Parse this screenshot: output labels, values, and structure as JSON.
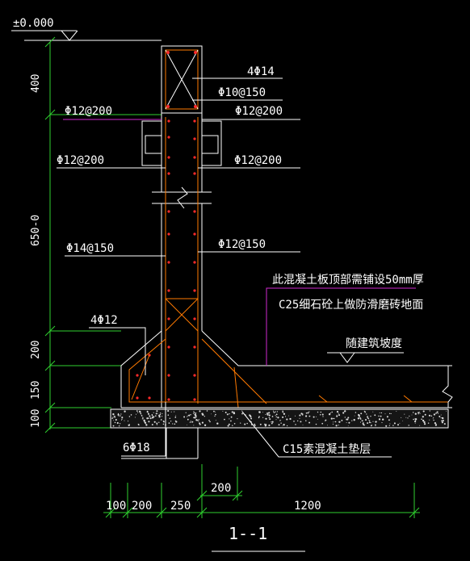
{
  "elevation": {
    "label": "±0.000"
  },
  "vertical_dims": [
    "400",
    "650-0",
    "200",
    "150",
    "100"
  ],
  "horizontal_dims": [
    "100",
    "200",
    "250",
    "1200"
  ],
  "step_dim": "200",
  "rebar_labels": {
    "top_main": "4Φ14",
    "top_stirrup": "Φ10@150",
    "left_upper": "Φ12@200",
    "right_upper": "Φ12@200",
    "left_middle": "Φ12@200",
    "right_middle": "Φ12@200",
    "left_wall": "Φ14@150",
    "right_wall": "Φ12@150",
    "corner_bars": "4Φ12",
    "bottom_bars": "6Φ18"
  },
  "notes": {
    "line1": "此混凝土板顶部需铺设50mm厚",
    "line2": "C25细石砼上做防滑磨砖地面",
    "slope": "随建筑坡度",
    "cushion": "C15素混凝土垫层"
  },
  "section_title": "1--1",
  "colors": {
    "background": "#000000",
    "text": "#ffffff",
    "dimension": "#2fd12f",
    "leader_accent": "#d02ad0",
    "rebar": "#ff7a00",
    "rebar_dot": "#ff2a2a"
  }
}
